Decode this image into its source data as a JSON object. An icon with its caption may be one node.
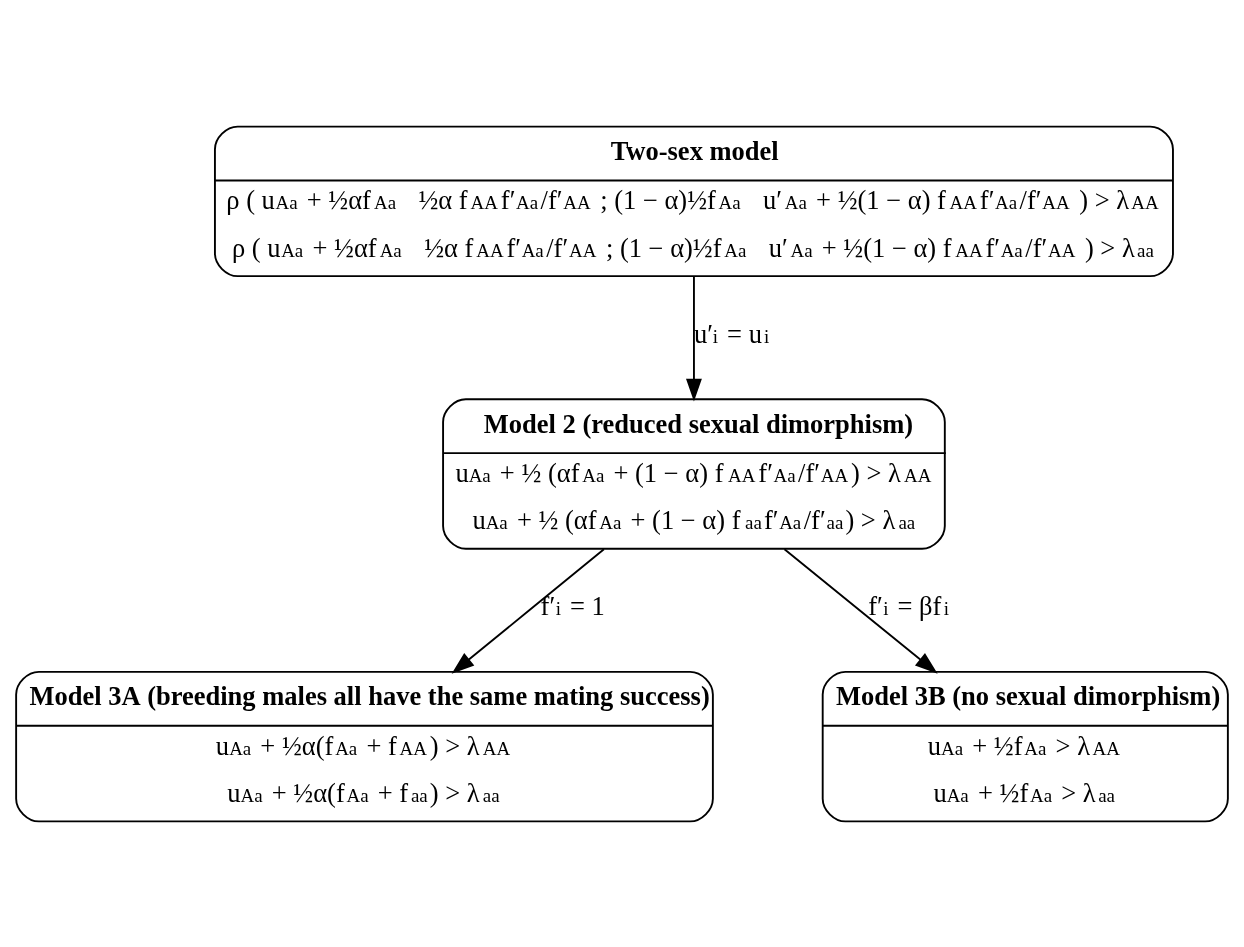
{
  "diagram": {
    "nodes": [
      {
        "text": [
          "Two-sex model",
          "ρ ( u$_{Aa}$ + ½αf$_{Aa}$   ½α f$_{AA}$f′$_{Aa}$/f′$_{AA}$ ; (1 − α)½f$_{Aa}$   u′$_{Aa}$ + ½(1 − α) f$_{AA}$f′$_{Aa}$/f′$_{AA}$ ) > λ$_{AA}$",
          "ρ ( u$_{Aa}$ + ½αf$_{Aa}$   ½α f$_{AA}$f′$_{Aa}$/f′$_{AA}$ ; (1 − α)½f$_{Aa}$   u′$_{Aa}$ + ½(1 − α) f$_{AA}$f′$_{Aa}$/f′$_{AA}$ ) > λ$_{aa}$"
        ]
      },
      {
        "text": [
          "Model 2 (reduced sexual dimorphism)",
          "u$_{Aa}$ + ½ (αf$_{Aa}$ + (1 − α) f$_{AA}$f′$_{Aa}$/f′$_{AA}$) > λ$_{AA}$",
          "u$_{Aa}$ + ½ (αf$_{Aa}$ + (1 − α) f$_{aa}$f′$_{Aa}$/f′$_{aa}$) > λ$_{aa}$"
        ]
      },
      {
        "text": [
          "Model 3A (breeding males all have the same mating success)",
          "u$_{Aa}$ + ½α(f$_{Aa}$ + f$_{AA}$) > λ$_{AA}$",
          "u$_{Aa}$ + ½α(f$_{Aa}$ + f$_{aa}$) > λ$_{aa}$"
        ]
      },
      {
        "text": [
          "Model 3B (no sexual dimorphism)",
          "u$_{Aa}$ + ½f$_{Aa}$ > λ$_{AA}$",
          "u$_{Aa}$ + ½f$_{Aa}$ > λ$_{aa}$"
        ]
      }
    ],
    "edges": [
      {
        "from": 0,
        "to": 1,
        "arrow": "to",
        "label": "u′$_{i}$ = u$_{i}$"
      },
      {
        "from": 1,
        "to": 2,
        "arrow": "to",
        "label": "f′$_{i}$ = 1"
      },
      {
        "from": 1,
        "to": 3,
        "arrow": "to",
        "label": "f′$_{i}$ = βf$_{i}$"
      }
    ]
  }
}
